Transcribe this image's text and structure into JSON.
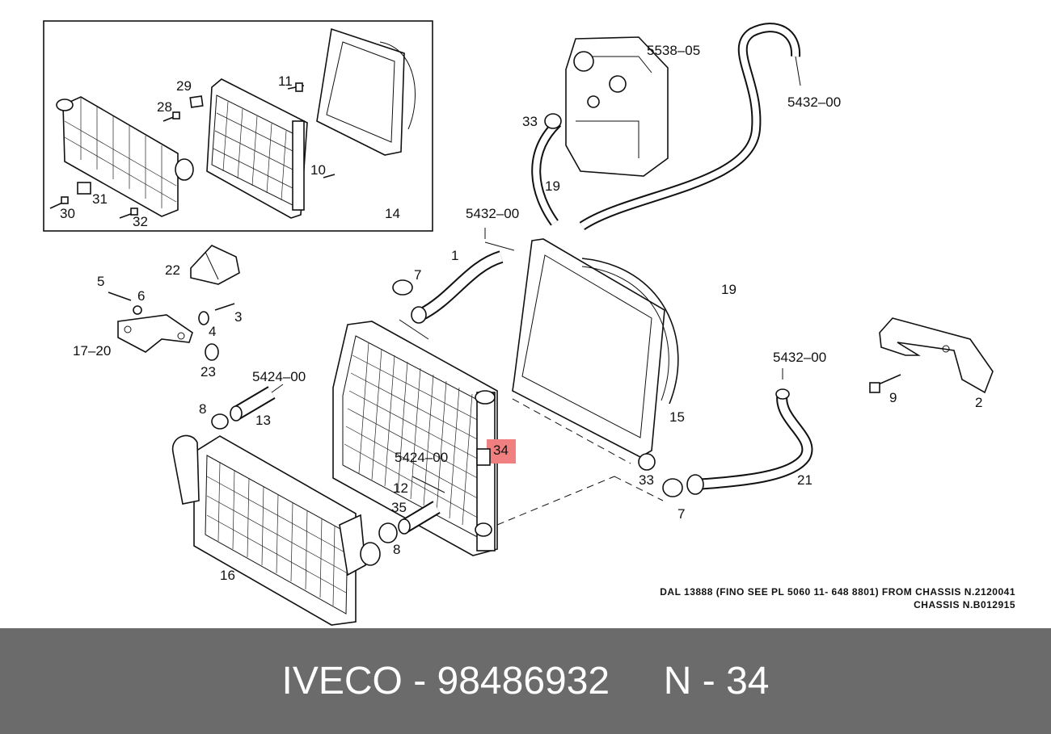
{
  "diagram": {
    "part_labels": {
      "p1": "1",
      "p2": "2",
      "p3": "3",
      "p4": "4",
      "p5": "5",
      "p6": "6",
      "p7a": "7",
      "p7b": "7",
      "p8a": "8",
      "p8b": "8",
      "p9": "9",
      "p10": "10",
      "p11": "11",
      "p12": "12",
      "p13": "13",
      "p14": "14",
      "p15": "15",
      "p16": "16",
      "p17_20": "17–20",
      "p19a": "19",
      "p19b": "19",
      "p21": "21",
      "p22": "22",
      "p23": "23",
      "p28": "28",
      "p29": "29",
      "p30": "30",
      "p31": "31",
      "p32": "32",
      "p33a": "33",
      "p33b": "33",
      "p34": "34",
      "p35": "35"
    },
    "refs": {
      "r5538_05": "5538‒05",
      "r5432_00_a": "5432‒00",
      "r5432_00_b": "5432‒00",
      "r5432_00_c": "5432‒00",
      "r5424_00_a": "5424‒00",
      "r5424_00_b": "5424‒00"
    },
    "note_line1": "DAL 13888 (FINO SEE PL 5060 11- 648 8801) FROM CHASSIS N.2120041",
    "note_line2": "CHASSIS N.B012915",
    "highlight_color": "#f08080"
  },
  "footer": {
    "brand": "IVECO",
    "part_number": "98486932",
    "position_code": "N - 34",
    "separator": "-"
  }
}
